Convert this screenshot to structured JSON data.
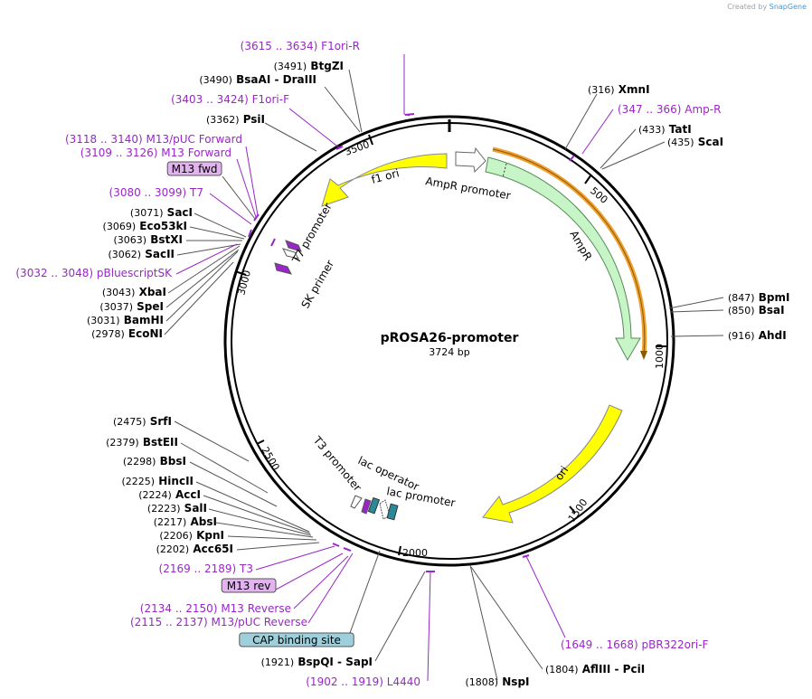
{
  "credit": {
    "prefix": "Created by",
    "brand": "SnapGene"
  },
  "plasmid": {
    "name": "pROSA26-promoter",
    "size": "3724 bp",
    "length": 3724
  },
  "colors": {
    "enzyme": "#000000",
    "primer": "#9a26c8",
    "f1ori": "#ffff00",
    "ori": "#ffff00",
    "ampR": "#c8f5c8",
    "ampR_border": "#2e7d32",
    "primer_box": "#e3b3f0",
    "cap_box": "#9dcfdc",
    "lac_op": "#2b8a9a",
    "orange": "#f0a030"
  },
  "ticks": [
    "500",
    "1000",
    "1500",
    "2000",
    "2500",
    "3000",
    "3500"
  ],
  "features": [
    {
      "name": "f1 ori"
    },
    {
      "name": "AmpR promoter"
    },
    {
      "name": "AmpR"
    },
    {
      "name": "ori"
    },
    {
      "name": "T7 promoter"
    },
    {
      "name": "SK primer"
    },
    {
      "name": "T3 promoter"
    },
    {
      "name": "lac operator"
    },
    {
      "name": "lac promoter"
    }
  ],
  "labels": [
    {
      "pos": "(3615 .. 3634)",
      "name": "F1ori-R",
      "kind": "primer"
    },
    {
      "pos": "(3491)",
      "name": "BtgZI",
      "kind": "enzyme"
    },
    {
      "pos": "(3490)",
      "name": "BsaAI - DraIII",
      "kind": "enzyme"
    },
    {
      "pos": "(3403 .. 3424)",
      "name": "F1ori-F",
      "kind": "primer"
    },
    {
      "pos": "(3362)",
      "name": "PsiI",
      "kind": "enzyme"
    },
    {
      "pos": "(3118 .. 3140)",
      "name": "M13/pUC Forward",
      "kind": "primer"
    },
    {
      "pos": "(3109 .. 3126)",
      "name": "M13 Forward",
      "kind": "primer"
    },
    {
      "pos": "",
      "name": "M13 fwd",
      "kind": "boxprimer"
    },
    {
      "pos": "(3080 .. 3099)",
      "name": "T7",
      "kind": "primer"
    },
    {
      "pos": "(3071)",
      "name": "SacI",
      "kind": "enzyme"
    },
    {
      "pos": "(3069)",
      "name": "Eco53kI",
      "kind": "enzyme"
    },
    {
      "pos": "(3063)",
      "name": "BstXI",
      "kind": "enzyme"
    },
    {
      "pos": "(3062)",
      "name": "SacII",
      "kind": "enzyme"
    },
    {
      "pos": "(3032 .. 3048)",
      "name": "pBluescriptSK",
      "kind": "primer"
    },
    {
      "pos": "(3043)",
      "name": "XbaI",
      "kind": "enzyme"
    },
    {
      "pos": "(3037)",
      "name": "SpeI",
      "kind": "enzyme"
    },
    {
      "pos": "(3031)",
      "name": "BamHI",
      "kind": "enzyme"
    },
    {
      "pos": "(2978)",
      "name": "EcoNI",
      "kind": "enzyme"
    },
    {
      "pos": "(2475)",
      "name": "SrfI",
      "kind": "enzyme"
    },
    {
      "pos": "(2379)",
      "name": "BstEII",
      "kind": "enzyme"
    },
    {
      "pos": "(2298)",
      "name": "BbsI",
      "kind": "enzyme"
    },
    {
      "pos": "(2225)",
      "name": "HincII",
      "kind": "enzyme"
    },
    {
      "pos": "(2224)",
      "name": "AccI",
      "kind": "enzyme"
    },
    {
      "pos": "(2223)",
      "name": "SalI",
      "kind": "enzyme"
    },
    {
      "pos": "(2217)",
      "name": "AbsI",
      "kind": "enzyme"
    },
    {
      "pos": "(2206)",
      "name": "KpnI",
      "kind": "enzyme"
    },
    {
      "pos": "(2202)",
      "name": "Acc65I",
      "kind": "enzyme"
    },
    {
      "pos": "(2169 .. 2189)",
      "name": "T3",
      "kind": "primer"
    },
    {
      "pos": "",
      "name": "M13 rev",
      "kind": "boxprimer"
    },
    {
      "pos": "(2134 .. 2150)",
      "name": "M13 Reverse",
      "kind": "primer"
    },
    {
      "pos": "(2115 .. 2137)",
      "name": "M13/pUC Reverse",
      "kind": "primer"
    },
    {
      "pos": "",
      "name": "CAP binding site",
      "kind": "boxcap"
    },
    {
      "pos": "(1921)",
      "name": "BspQI - SapI",
      "kind": "enzyme"
    },
    {
      "pos": "(1902 .. 1919)",
      "name": "L4440",
      "kind": "primer"
    },
    {
      "pos": "(1808)",
      "name": "NspI",
      "kind": "enzyme"
    },
    {
      "pos": "(1804)",
      "name": "AflIII - PciI",
      "kind": "enzyme"
    },
    {
      "pos": "(1649 .. 1668)",
      "name": "pBR322ori-F",
      "kind": "primer"
    },
    {
      "pos": "(916)",
      "name": "AhdI",
      "kind": "enzyme"
    },
    {
      "pos": "(850)",
      "name": "BsaI",
      "kind": "enzyme"
    },
    {
      "pos": "(847)",
      "name": "BpmI",
      "kind": "enzyme"
    },
    {
      "pos": "(435)",
      "name": "ScaI",
      "kind": "enzyme"
    },
    {
      "pos": "(433)",
      "name": "TatI",
      "kind": "enzyme"
    },
    {
      "pos": "(347 .. 366)",
      "name": "Amp-R",
      "kind": "primer"
    },
    {
      "pos": "(316)",
      "name": "XmnI",
      "kind": "enzyme"
    }
  ]
}
